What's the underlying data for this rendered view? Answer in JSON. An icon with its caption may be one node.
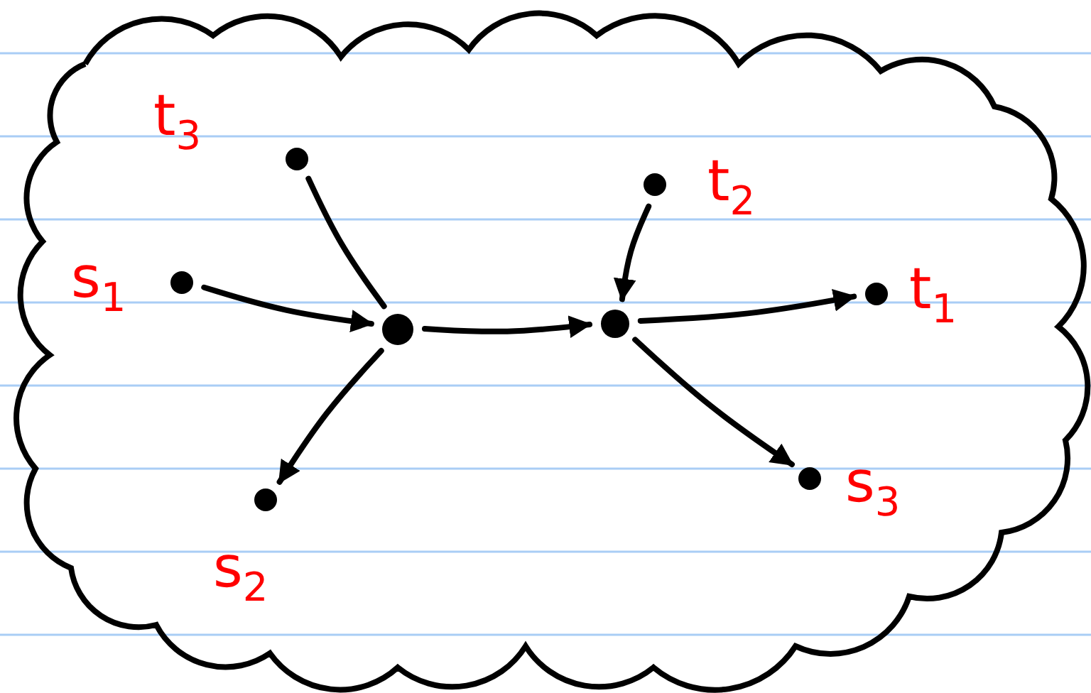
{
  "diagram": {
    "nodes": [
      {
        "text": [],
        "shape": "cloud"
      },
      {
        "text": [],
        "shape": "circle",
        "in": 0,
        "beside": [
          "t$_{3}$"
        ]
      },
      {
        "text": [],
        "shape": "circle",
        "in": 0,
        "beside": [
          "t$_{2}$"
        ]
      },
      {
        "text": [],
        "shape": "circle",
        "in": 0,
        "beside": [
          "s$_{1}$"
        ]
      },
      {
        "text": [],
        "shape": "circle",
        "in": 0
      },
      {
        "text": [],
        "shape": "circle",
        "in": 0
      },
      {
        "text": [],
        "shape": "circle",
        "in": 0,
        "beside": [
          "t$_{1}$"
        ]
      },
      {
        "text": [],
        "shape": "circle",
        "in": 0,
        "beside": [
          "s$_{2}$"
        ]
      },
      {
        "text": [],
        "shape": "circle",
        "in": 0,
        "beside": [
          "s$_{3}$"
        ]
      }
    ],
    "edges": [
      {
        "from": 3,
        "to": 4,
        "arrow": "to"
      },
      {
        "from": 1,
        "to": 4,
        "arrow": "none"
      },
      {
        "from": 4,
        "to": 5,
        "arrow": "to"
      },
      {
        "from": 4,
        "to": 7,
        "arrow": "to"
      },
      {
        "from": 2,
        "to": 5,
        "arrow": "to"
      },
      {
        "from": 5,
        "to": 6,
        "arrow": "to"
      },
      {
        "from": 5,
        "to": 8,
        "arrow": "to"
      }
    ]
  }
}
